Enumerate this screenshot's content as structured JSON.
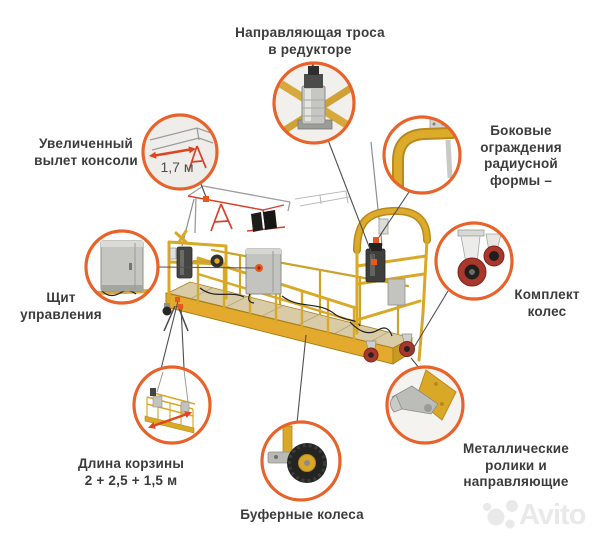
{
  "labels": {
    "cable_guide": "Направляющая троса\nв редукторе",
    "console_outreach": "Увеличенный\nвылет консоли",
    "console_value": "1,7 м",
    "side_guards": "Боковые\nограждения\nрадиусной\nформы –",
    "control_panel": "Щит\nуправления",
    "wheel_set": "Комплект\nколес",
    "basket_length": "Длина корзины\n2 + 2,5 + 1,5 м",
    "buffer_wheels": "Буферные колеса",
    "metal_rollers": "Металлические\nролики и\nнаправляющие"
  },
  "watermark": {
    "brand": "Avito"
  },
  "colors": {
    "accent_ring": "#e8622a",
    "marker_orange": "#e8571c",
    "platform_yellow": "#d9a827",
    "console_red": "#d9402a",
    "wheel_red": "#a8382c",
    "label_text": "#3b3b3b",
    "watermark_gray": "#e9e9e9"
  }
}
